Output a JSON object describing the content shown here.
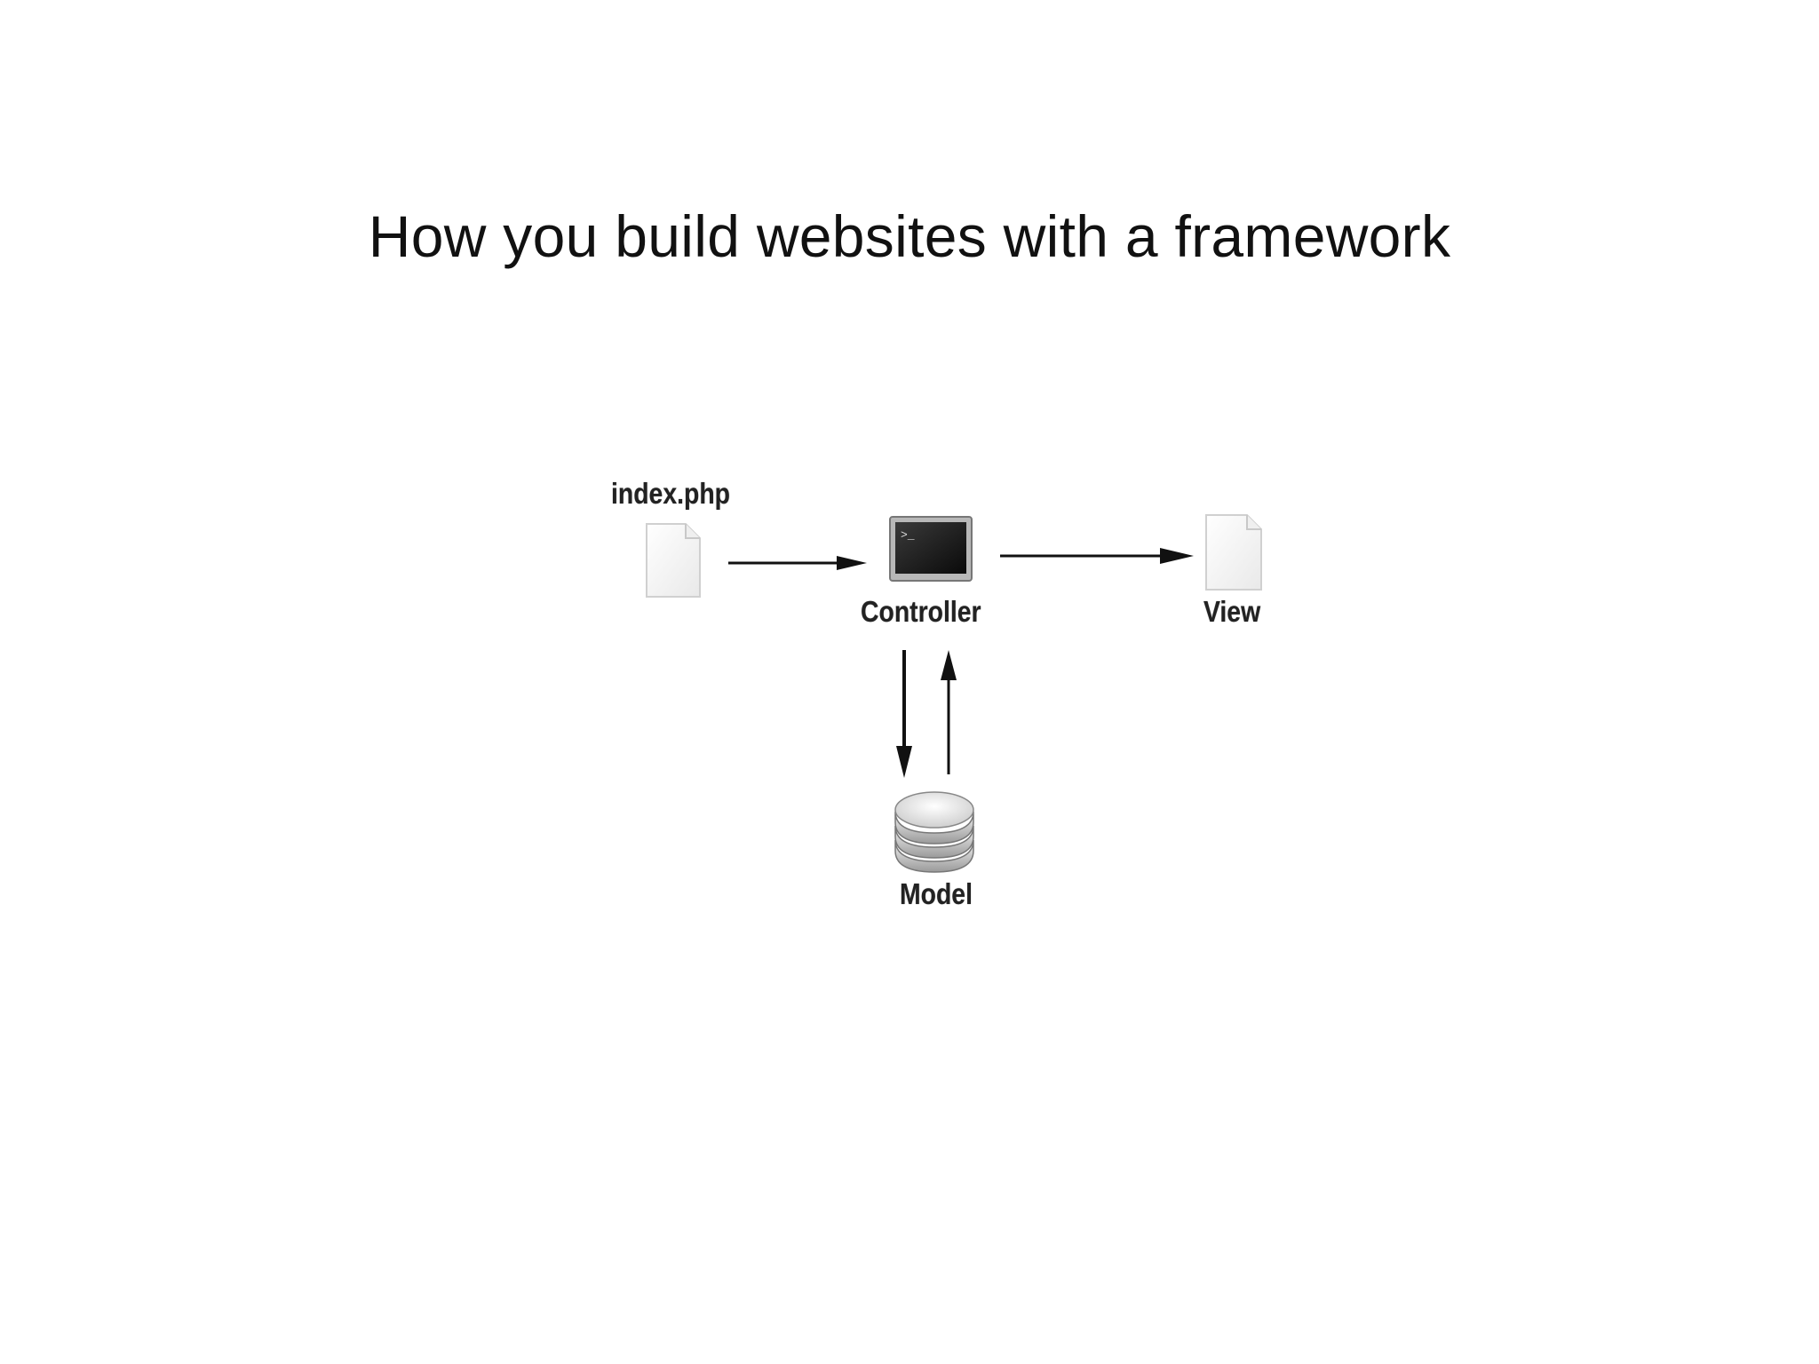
{
  "slide": {
    "title": "How you build websites with a framework"
  },
  "diagram": {
    "nodes": {
      "index": {
        "label": "index.php",
        "icon": "document-icon"
      },
      "controller": {
        "label": "Controller",
        "icon": "terminal-icon",
        "prompt": ">_"
      },
      "view": {
        "label": "View",
        "icon": "document-icon"
      },
      "model": {
        "label": "Model",
        "icon": "database-icon"
      }
    },
    "edges": [
      {
        "from": "index.php",
        "to": "Controller"
      },
      {
        "from": "Controller",
        "to": "View"
      },
      {
        "from": "Controller",
        "to": "Model"
      },
      {
        "from": "Model",
        "to": "Controller"
      }
    ]
  }
}
